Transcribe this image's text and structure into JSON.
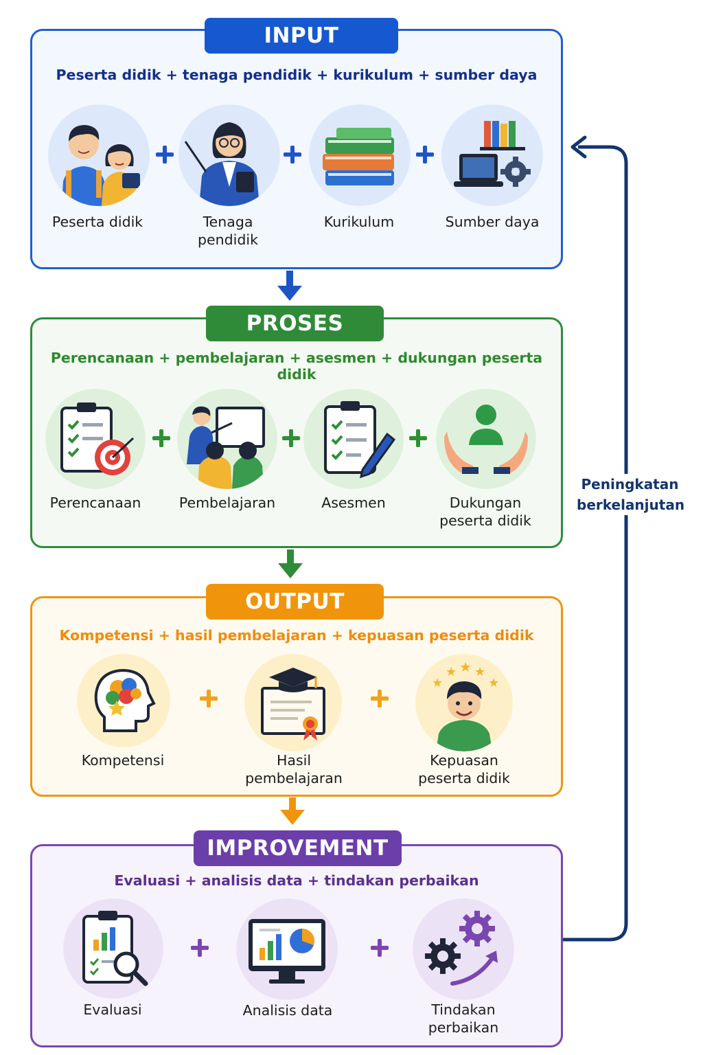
{
  "input": {
    "title": "INPUT",
    "subtitle": "Peserta didik + tenaga pendidik + kurikulum + sumber daya",
    "items": [
      {
        "label": "Peserta didik",
        "icon": "students-icon"
      },
      {
        "label": "Tenaga pendidik",
        "icon": "teacher-icon"
      },
      {
        "label": "Kurikulum",
        "icon": "books-icon"
      },
      {
        "label": "Sumber daya",
        "icon": "resources-icon"
      }
    ]
  },
  "proses": {
    "title": "PROSES",
    "subtitle": "Perencanaan + pembelajaran + asesmen + dukungan peserta didik",
    "items": [
      {
        "label": "Perencanaan",
        "icon": "planning-clipboard-target-icon"
      },
      {
        "label": "Pembelajaran",
        "icon": "teaching-whiteboard-icon"
      },
      {
        "label": "Asesmen",
        "icon": "assessment-clipboard-pen-icon"
      },
      {
        "label": "Dukungan peserta didik",
        "icon": "support-hands-person-icon"
      }
    ]
  },
  "output": {
    "title": "OUTPUT",
    "subtitle": "Kompetensi + hasil pembelajaran + kepuasan peserta didik",
    "items": [
      {
        "label": "Kompetensi",
        "icon": "brain-head-icon"
      },
      {
        "label": "Hasil pembelajaran",
        "icon": "certificate-graduation-icon"
      },
      {
        "label": "Kepuasan peserta didik",
        "icon": "happy-student-stars-icon"
      }
    ]
  },
  "improvement": {
    "title": "IMPROVEMENT",
    "subtitle": "Evaluasi + analisis data + tindakan perbaikan",
    "items": [
      {
        "label": "Evaluasi",
        "icon": "evaluation-clipboard-magnifier-icon"
      },
      {
        "label": "Analisis data",
        "icon": "data-analysis-monitor-icon"
      },
      {
        "label": "Tindakan perbaikan",
        "icon": "gears-improvement-icon"
      }
    ]
  },
  "loop_label": "Peningkatan berkelanjutan",
  "colors": {
    "input": "#1d5fd0",
    "proses": "#2e8b3a",
    "output": "#f0960c",
    "improvement": "#7a46b0",
    "loop": "#13346e"
  }
}
